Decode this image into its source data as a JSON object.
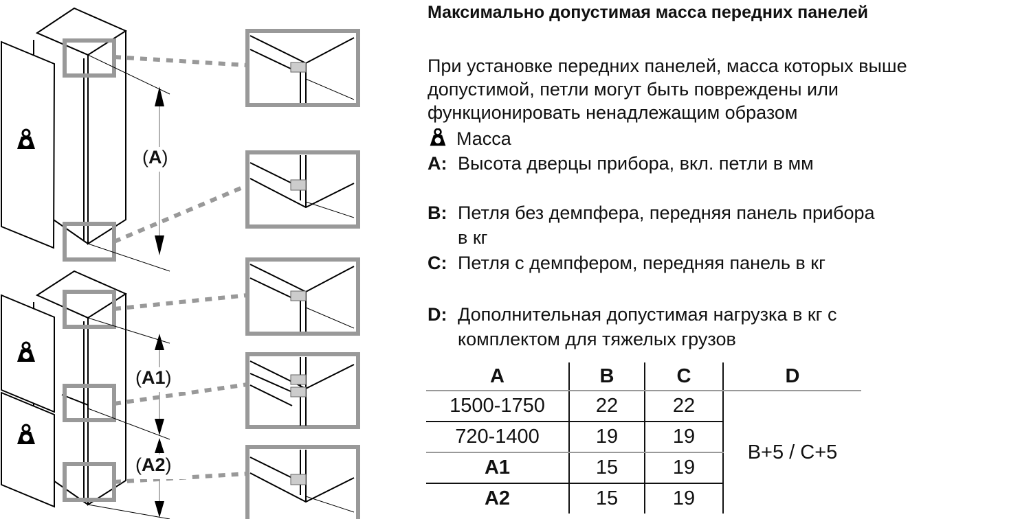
{
  "title": "Максимально допустимая масса передних панелей",
  "intro": [
    "При установке передних панелей, масса которых выше",
    "допустимой, петли могут быть повреждены или",
    "функционировать ненадлежащим образом"
  ],
  "legend": {
    "mass": "Масса",
    "A_key": "A:",
    "A_text": "Высота дверцы прибора, вкл. петли в мм",
    "B_key": "B:",
    "B_text": "Петля без демпфера, передняя панель прибора",
    "B_text2": "в кг",
    "C_key": "C:",
    "C_text": "Петля с демпфером, передняя панель в кг",
    "D_key": "D:",
    "D_text": "Дополнительная допустимая нагрузка в кг с",
    "D_text2": "комплектом для тяжелых грузов"
  },
  "diagram": {
    "label_a": "A",
    "label_a1": "A1",
    "label_a2": "A2",
    "paren_open": "(",
    "paren_close": ")"
  },
  "table": {
    "headers": [
      "A",
      "B",
      "C",
      "D"
    ],
    "rows": [
      [
        "1500-1750",
        "22",
        "22"
      ],
      [
        "720-1400",
        "19",
        "19"
      ],
      [
        "A1",
        "15",
        "19"
      ],
      [
        "A2",
        "15",
        "19"
      ]
    ],
    "d_value": "B+5 / C+5"
  }
}
